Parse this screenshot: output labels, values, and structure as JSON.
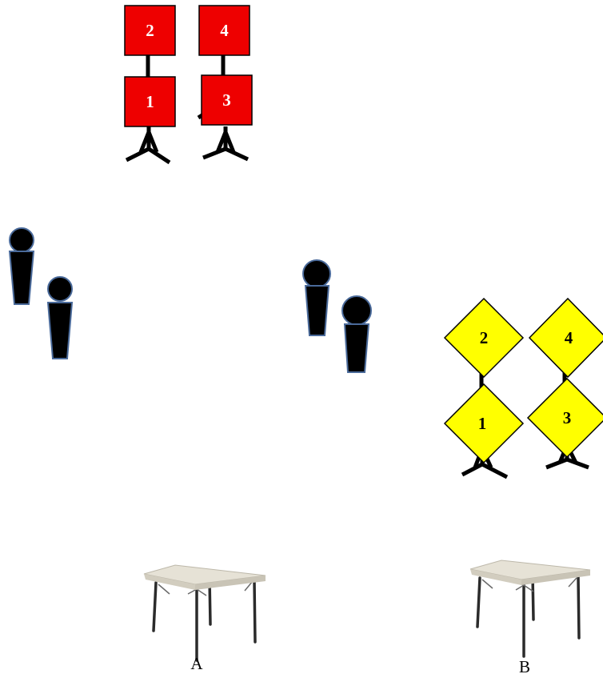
{
  "colors": {
    "red_sign_fill": "#ee0000",
    "yellow_sign_fill": "#ffff00",
    "sign_border": "#000000",
    "red_sign_text": "#ffffff",
    "yellow_sign_text": "#000000",
    "person_fill": "#000000",
    "person_outline": "#4a6a9a",
    "table_top": "#e6e2d6",
    "table_legs": "#2b2b2b"
  },
  "red_signs": {
    "sign_2": "2",
    "sign_4": "4",
    "sign_1": "1",
    "sign_3": "3"
  },
  "yellow_signs": {
    "sign_2": "2",
    "sign_4": "4",
    "sign_1": "1",
    "sign_3": "3"
  },
  "tables": {
    "a_label": "A",
    "b_label": "B"
  }
}
